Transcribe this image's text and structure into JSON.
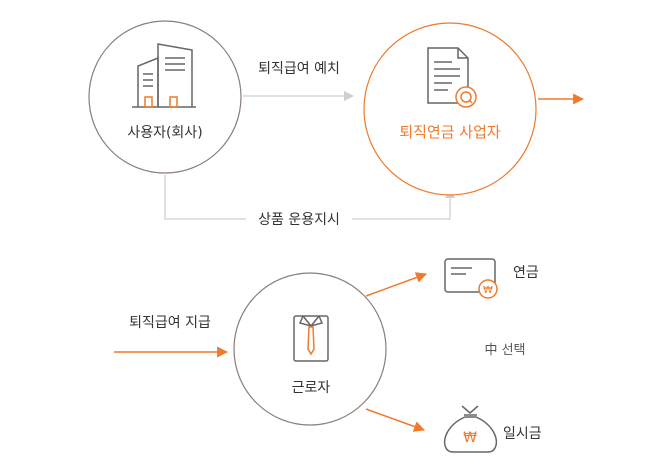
{
  "nodes": {
    "employer": {
      "label": "사용자(회사)"
    },
    "provider": {
      "label": "퇴직연금 사업자"
    },
    "worker": {
      "label": "근로자"
    }
  },
  "flows": {
    "deposit": "퇴직급여 예치",
    "instruction": "상품 운용지시",
    "payment": "퇴직급여  지급"
  },
  "options": {
    "annuity": "연금",
    "lump_sum": "일시금",
    "choice": "中 선택"
  },
  "colors": {
    "accent": "#ee7a2d",
    "circle_stroke": "#8a7d76",
    "line": "#cfcfcf",
    "icon": "#666666",
    "text": "#333333"
  }
}
